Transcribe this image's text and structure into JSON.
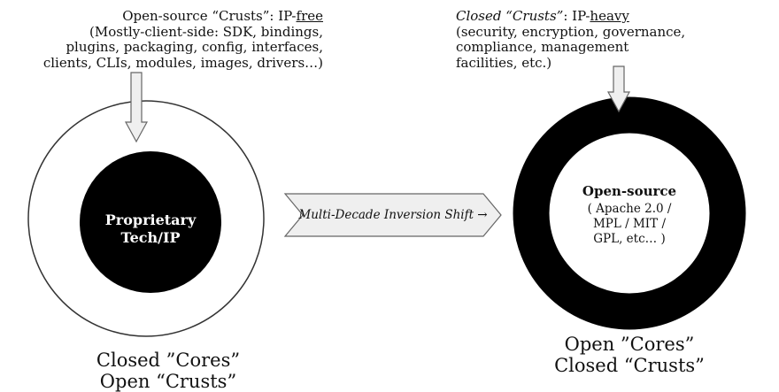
{
  "left": {
    "note": {
      "prefix": "Open-source “Crusts”: IP-",
      "underlined": "free",
      "rest": [
        "(Mostly-client-side: SDK, bindings,",
        "plugins, packaging, config, interfaces,",
        "clients, CLIs, modules, images, drivers…)"
      ]
    },
    "core_label": [
      "Proprietary",
      "Tech/IP"
    ],
    "caption": [
      "Closed ”Cores”",
      "Open “Crusts”"
    ]
  },
  "center": {
    "shift_label": "Multi-Decade Inversion Shift →"
  },
  "right": {
    "note": {
      "prefix_italic": "Closed “Crusts”",
      "prefix": ": IP-",
      "underlined": "heavy",
      "rest": [
        "(security, encryption, governance,",
        "compliance, management",
        "facilities, etc.)"
      ]
    },
    "core_title": "Open-source",
    "core_lines": [
      "( Apache 2.0 /",
      "MPL / MIT /",
      "GPL, etc… )"
    ],
    "caption": [
      "Open ”Cores”",
      "Closed “Crusts”"
    ]
  },
  "colors": {
    "black": "#000000",
    "arrow_fill": "#efefef",
    "arrow_stroke": "#666666",
    "ring_stroke": "#333333"
  }
}
